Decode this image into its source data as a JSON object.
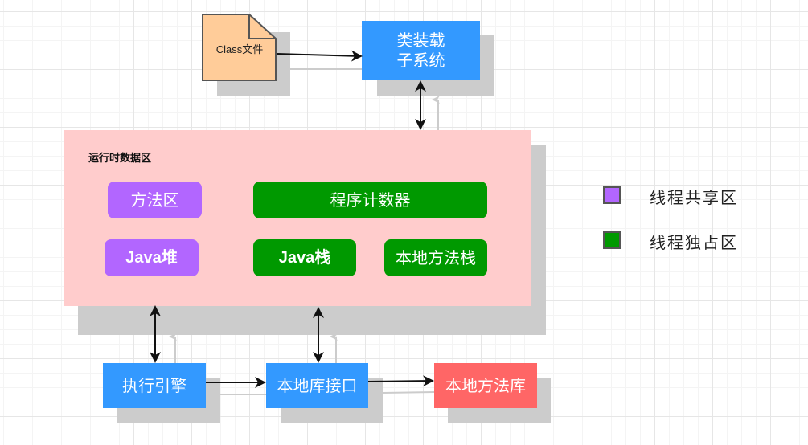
{
  "diagram": {
    "class_file": {
      "label": "Class文件",
      "fill": "#ffcc99"
    },
    "class_loader": {
      "label_line1": "类装载",
      "label_line2": "子系统",
      "fill": "#3399ff"
    },
    "runtime_data_area": {
      "title": "运行时数据区",
      "fill": "#ffcccc",
      "areas": [
        {
          "label": "方法区",
          "kind": "shared"
        },
        {
          "label": "程序计数器",
          "kind": "private"
        },
        {
          "label": "Java堆",
          "kind": "shared"
        },
        {
          "label": "Java栈",
          "kind": "private"
        },
        {
          "label": "本地方法栈",
          "kind": "private"
        }
      ]
    },
    "execution_engine": {
      "label": "执行引擎",
      "fill": "#3399ff"
    },
    "native_interface": {
      "label": "本地库接口",
      "fill": "#3399ff"
    },
    "native_library": {
      "label": "本地方法库",
      "fill": "#ff6666"
    },
    "edges": [
      {
        "from": "Class文件",
        "to": "类装载子系统",
        "type": "one-way"
      },
      {
        "from": "类装载子系统",
        "to": "运行时数据区",
        "type": "two-way"
      },
      {
        "from": "执行引擎",
        "to": "运行时数据区",
        "type": "two-way"
      },
      {
        "from": "本地库接口",
        "to": "运行时数据区",
        "type": "two-way"
      },
      {
        "from": "执行引擎",
        "to": "本地库接口",
        "type": "one-way"
      },
      {
        "from": "本地库接口",
        "to": "本地方法库",
        "type": "one-way"
      }
    ]
  },
  "legend": {
    "items": [
      {
        "label": "线程共享区",
        "color": "#b266ff"
      },
      {
        "label": "线程独占区",
        "color": "#009900"
      }
    ]
  }
}
